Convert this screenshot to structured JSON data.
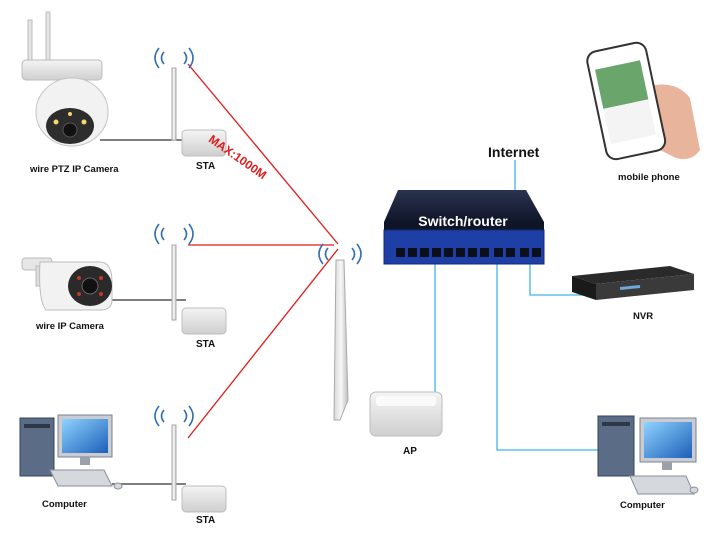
{
  "diagram": {
    "range_label": "MAX:1000M",
    "internet_label": "Internet",
    "switch_label": "Switch/router",
    "devices": {
      "ptz_camera": "wire PTZ IP Camera",
      "ip_camera": "wire IP Camera",
      "computer_left": "Computer",
      "sta_1": "STA",
      "sta_2": "STA",
      "sta_3": "STA",
      "ap": "AP",
      "mobile_phone": "mobile phone",
      "nvr": "NVR",
      "computer_right": "Computer"
    },
    "colors": {
      "wireless_link": "#e01b1b",
      "ethernet_link": "#3fb6e6",
      "device_cable": "#333333",
      "switch_body": "#1a2238"
    }
  }
}
